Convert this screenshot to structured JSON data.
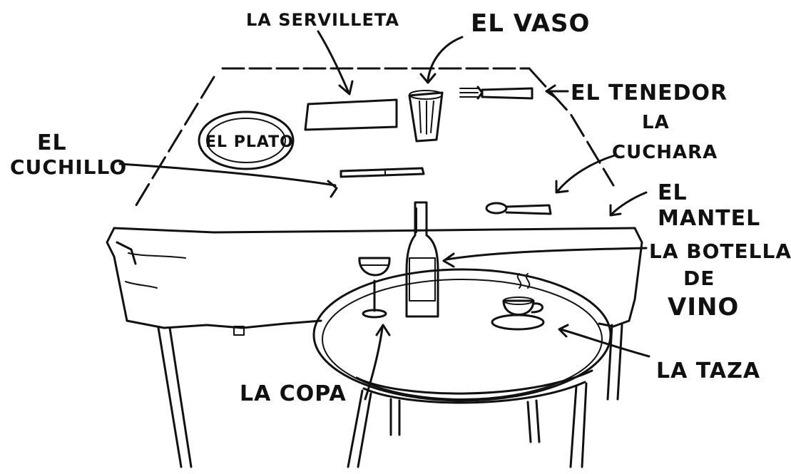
{
  "labels": {
    "servilleta": "LA SERVILLETA",
    "vaso": "EL VASO",
    "tenedor": "EL TENEDOR",
    "cuchara_line1": "LA",
    "cuchara_line2": "CUCHARA",
    "plato": "EL PLATO",
    "cuchillo_line1": "EL",
    "cuchillo_line2": "CUCHILLO",
    "mantel_line1": "EL",
    "mantel_line2": "MANTEL",
    "botella_line1": "LA BOTELLA",
    "botella_line2": "DE",
    "botella_line3": "VINO",
    "copa": "LA COPA",
    "taza": "LA TAZA"
  },
  "colors": {
    "ink": "#111111",
    "paper": "#ffffff"
  }
}
